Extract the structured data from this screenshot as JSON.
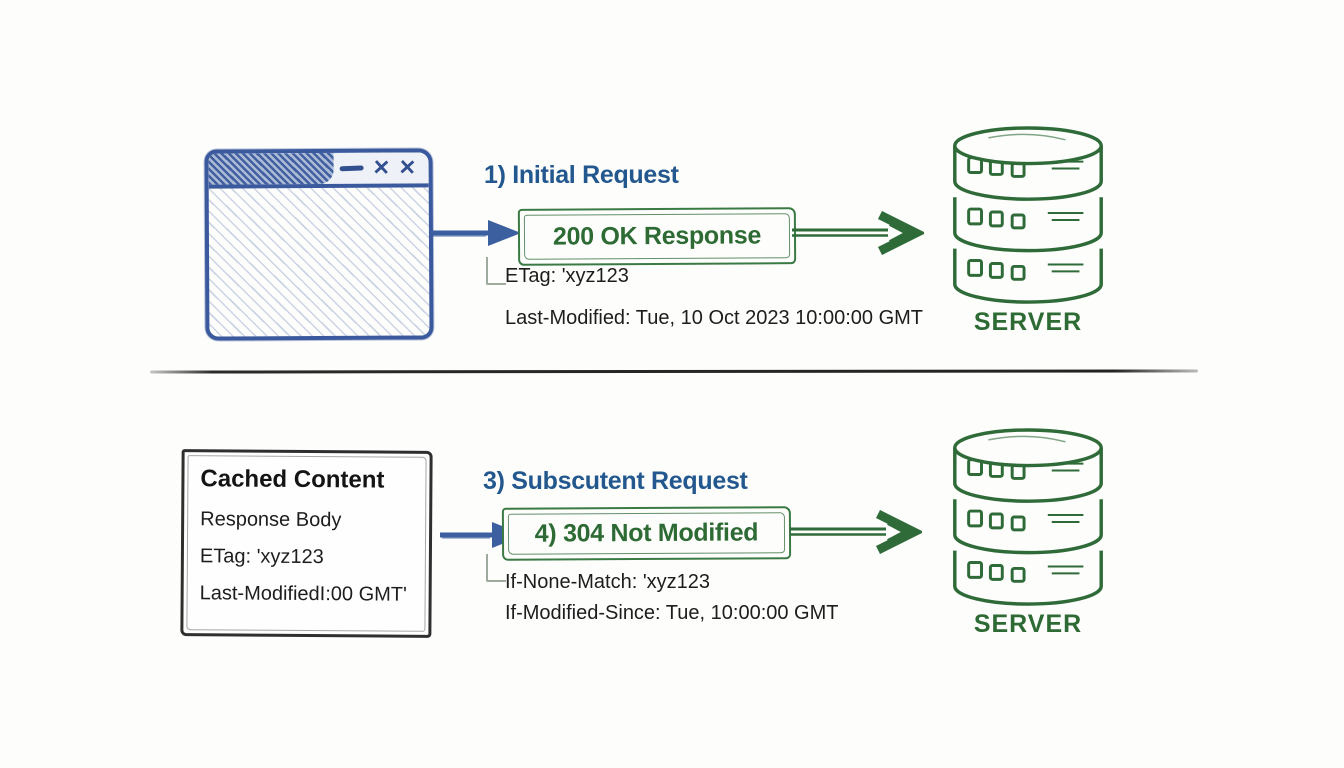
{
  "diagram": {
    "title_implied": "HTTP caching conditional request flow",
    "colors": {
      "heading_blue": "#23588e",
      "sketch_blue": "#3b5a9e",
      "green": "#2e6b34",
      "ink": "#1d1d1d"
    },
    "top": {
      "step_label": "1) Initial Request",
      "response_box_label": "200 OK Response",
      "headers": [
        "ETag: 'xyz123",
        "Last-Modified: Tue, 10 Oct 2023 10:00:00 GMT"
      ],
      "server_label": "SERVER"
    },
    "bottom": {
      "cache_box": {
        "title": "Cached Content",
        "lines": [
          "Response Body",
          "ETag: 'xyz123",
          "Last-ModifiedI:00 GMT'"
        ]
      },
      "step_label": "3) Subscutent Request",
      "response_box_label": "4) 304 Not Modified",
      "headers": [
        "If-None-Match: 'xyz123",
        "If-Modified-Since: Tue, 10:00:00 GMT"
      ],
      "server_label": "SERVER"
    }
  }
}
